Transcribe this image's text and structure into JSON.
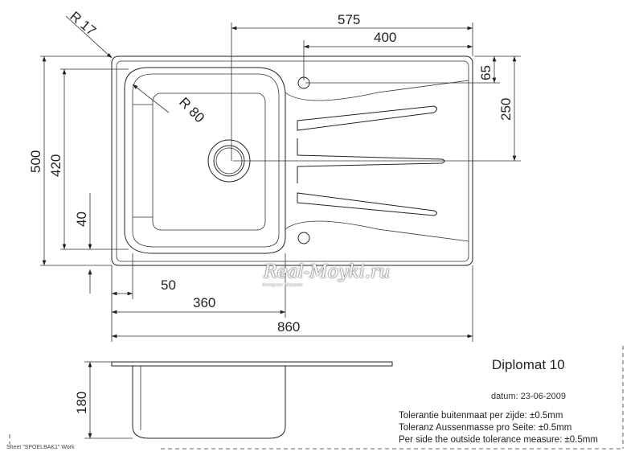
{
  "dimensions": {
    "r17": "R 17",
    "r80": "R 80",
    "d575": "575",
    "d400": "400",
    "d65": "65",
    "d250": "250",
    "d500": "500",
    "d420": "420",
    "d40": "40",
    "d50": "50",
    "d360": "360",
    "d860": "860",
    "d180": "180"
  },
  "title": "Diplomat 10",
  "date": "datum: 23-06-2009",
  "tolerances": [
    "Tolerantie buitenmaat per zijde: ±0.5mm",
    "Toleranz Aussenmasse pro Seite: ±0.5mm",
    "Per side the outside tolerance measure: ±0.5mm"
  ],
  "sheet_label": "Sheet \"SPOELBAK1\" Work",
  "watermark": {
    "main": "Real-Moyki.ru",
    "sub": "Интернет Магазин"
  }
}
